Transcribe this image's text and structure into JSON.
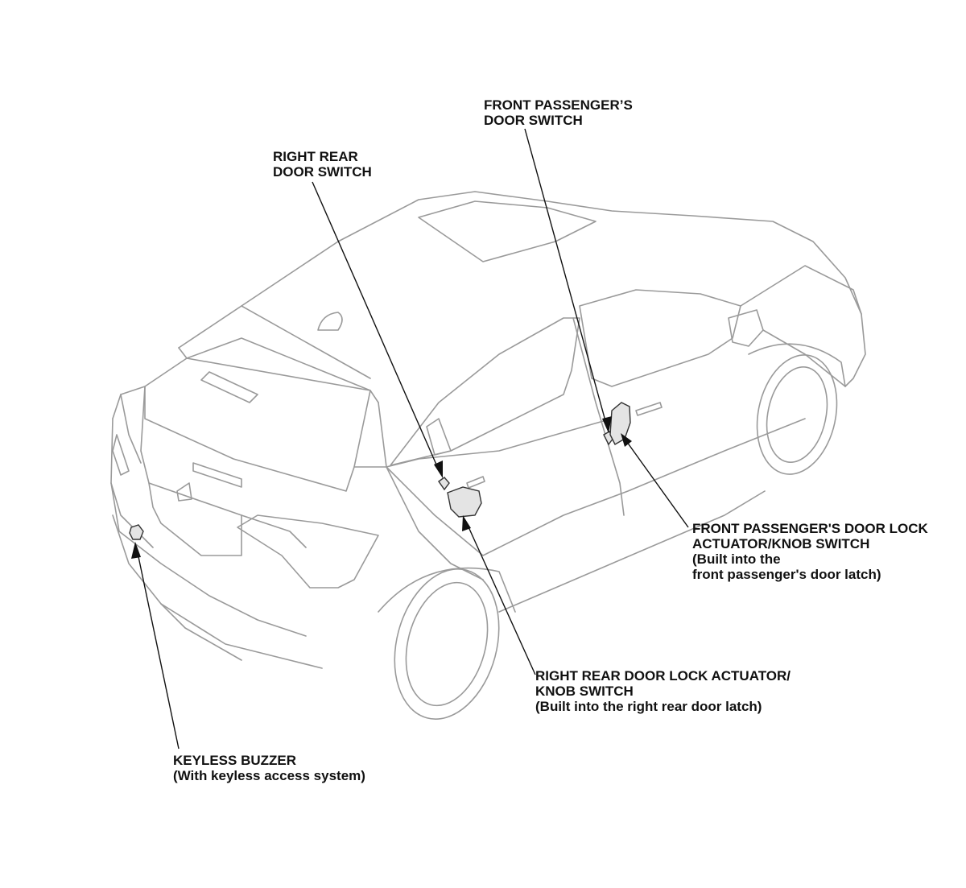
{
  "labels": {
    "front_passenger_door_switch": [
      "FRONT PASSENGER’S",
      "DOOR SWITCH"
    ],
    "right_rear_door_switch": [
      "RIGHT REAR",
      "DOOR SWITCH"
    ],
    "front_passenger_door_lock_actuator": [
      "FRONT PASSENGER'S DOOR LOCK",
      "ACTUATOR/KNOB SWITCH",
      "(Built into the",
      "front passenger's door latch)"
    ],
    "right_rear_door_lock_actuator": [
      "RIGHT REAR DOOR LOCK ACTUATOR/",
      "KNOB SWITCH",
      "(Built into the right rear door latch)"
    ],
    "keyless_buzzer": [
      "KEYLESS BUZZER",
      "(With keyless access system)"
    ]
  }
}
